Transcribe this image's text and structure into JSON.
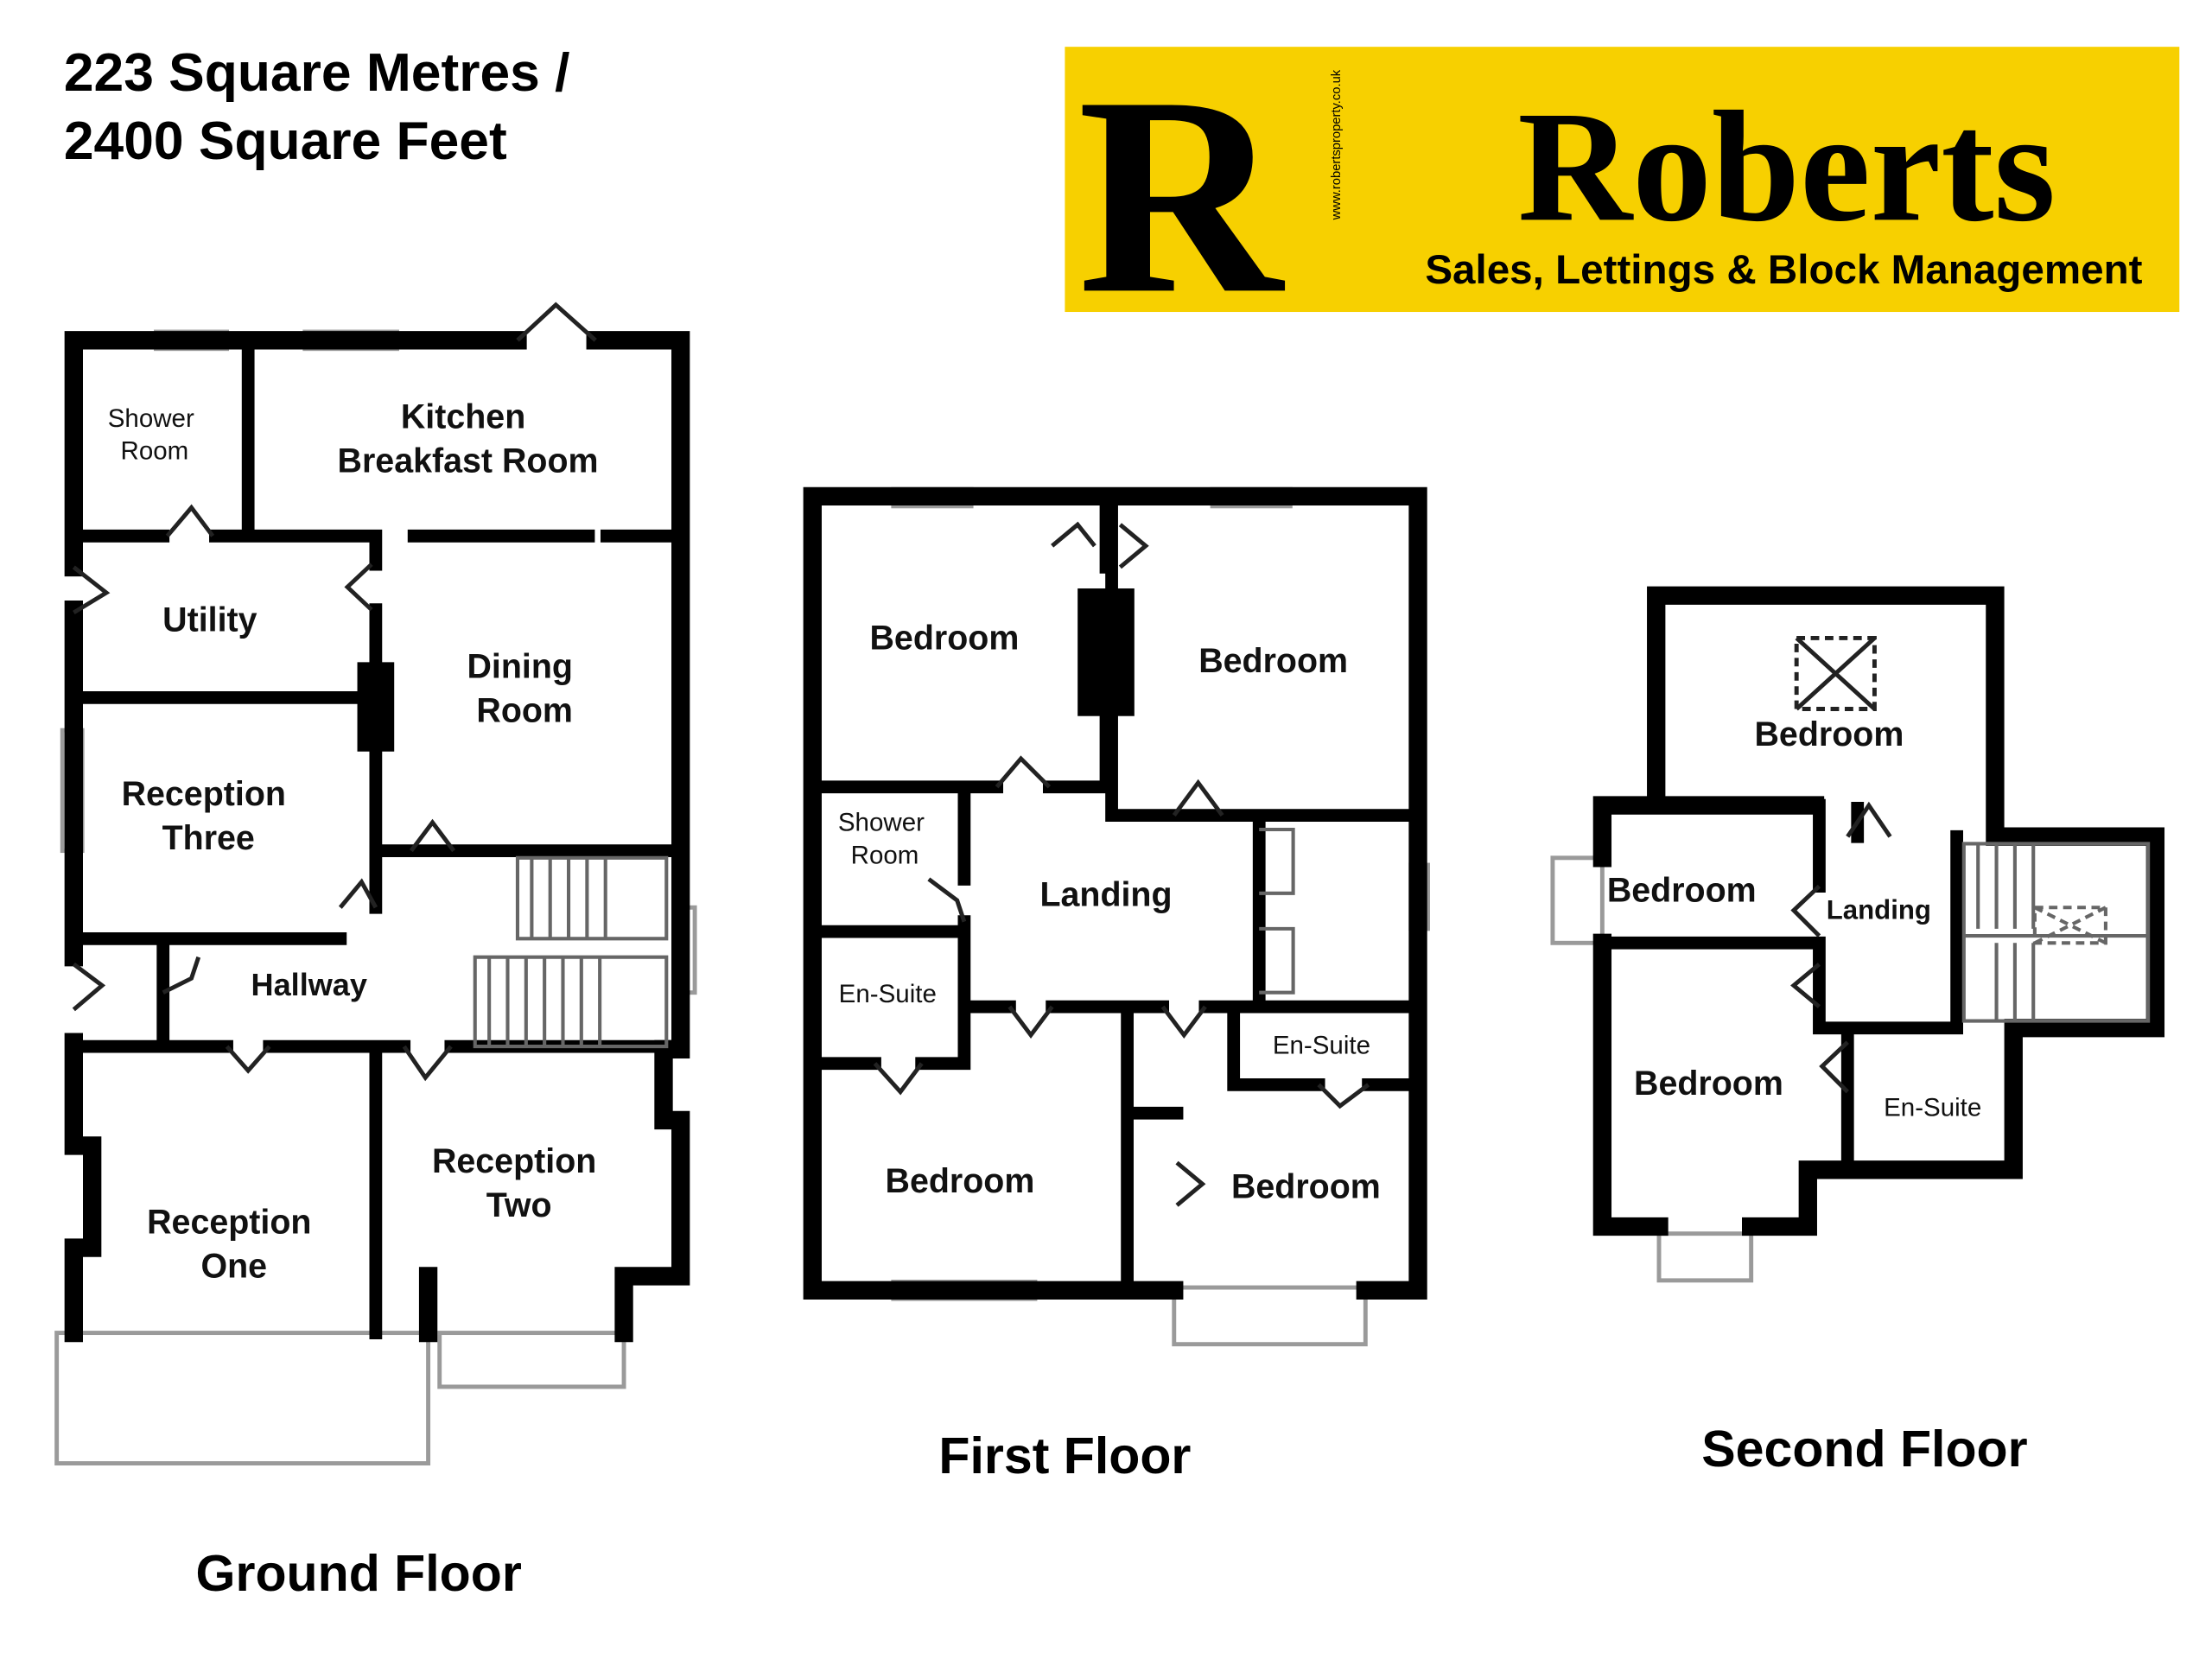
{
  "area": {
    "line1": "223 Square Metres /",
    "line2": "2400 Square Feet"
  },
  "logo": {
    "letter": "R",
    "name": "Roberts",
    "tagline": "Sales, Lettings & Block Management",
    "url": "www.robertsproperty.co.uk",
    "color": "#f7d000"
  },
  "ground_floor": {
    "title": "Ground Floor",
    "rooms": {
      "shower_room": [
        "Shower",
        "Room"
      ],
      "kitchen": [
        "Kitchen",
        "Breakfast Room"
      ],
      "utility": "Utility",
      "dining": [
        "Dining",
        "Room"
      ],
      "reception_three": [
        "Reception",
        "Three"
      ],
      "hallway": "Hallway",
      "reception_one": [
        "Reception",
        "One"
      ],
      "reception_two": [
        "Reception",
        "Two"
      ]
    }
  },
  "first_floor": {
    "title": "First Floor",
    "rooms": {
      "bedroom_nw": "Bedroom",
      "bedroom_ne": "Bedroom",
      "shower_room": [
        "Shower",
        "Room"
      ],
      "landing": "Landing",
      "ensuite_w": "En-Suite",
      "ensuite_e": "En-Suite",
      "bedroom_sw": "Bedroom",
      "bedroom_se": "Bedroom"
    }
  },
  "second_floor": {
    "title": "Second Floor",
    "rooms": {
      "bedroom_top": "Bedroom",
      "bedroom_w": "Bedroom",
      "landing": "Landing",
      "bedroom_sw": "Bedroom",
      "ensuite": "En-Suite"
    }
  }
}
